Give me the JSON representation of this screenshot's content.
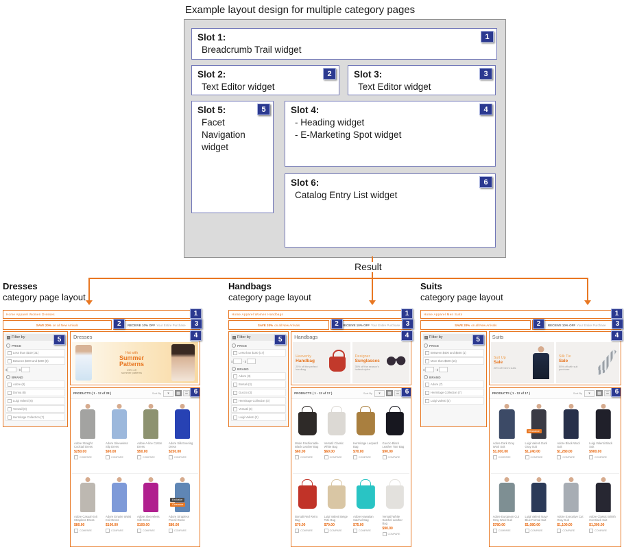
{
  "colors": {
    "accent_orange": "#E87722",
    "badge_blue": "#2B3990",
    "slot_border": "#7177B8",
    "price_orange": "#E8670E"
  },
  "annotations": {
    "numbers": [
      "1",
      "2",
      "3",
      "4",
      "5",
      "6"
    ]
  },
  "diagram": {
    "title": "Example layout design for multiple category pages",
    "result_label": "Result",
    "slots": [
      {
        "id": "1",
        "name": "Slot 1:",
        "lines": [
          "Breadcrumb Trail widget"
        ]
      },
      {
        "id": "2",
        "name": "Slot 2:",
        "lines": [
          "Text Editor widget"
        ]
      },
      {
        "id": "3",
        "name": "Slot 3:",
        "lines": [
          "Text Editor widget"
        ]
      },
      {
        "id": "4",
        "name": "Slot 4:",
        "lines": [
          "- Heading widget",
          "- E-Marketing Spot widget"
        ]
      },
      {
        "id": "5",
        "name": "Slot 5:",
        "lines": [
          "Facet",
          "Navigation",
          "widget"
        ]
      },
      {
        "id": "6",
        "name": "Slot 6:",
        "lines": [
          "Catalog Entry List widget"
        ]
      }
    ]
  },
  "pages": [
    {
      "label": "Dresses",
      "label_sub": "category page layout",
      "breadcrumb": [
        "Home",
        "Apparel",
        "Women",
        "Dresses"
      ],
      "promo_left": {
        "bold": "SAVE 20%",
        "rest": "on all New Arrivals"
      },
      "promo_right": {
        "bold": "RECEIVE 10% OFF",
        "rest": "Your Entire Purchase"
      },
      "filter": {
        "title": "Filter by",
        "price_title": "PRICE",
        "price_options": [
          "Less than $100 (31)",
          "Between $200 and $300 (8)"
        ],
        "range": {
          "currency": "$",
          "separator": "-"
        },
        "brand_title": "BRAND",
        "brand_options": [
          "Adore (8)",
          "Donna (8)",
          "Luigi Valenti (6)",
          "Versatil (8)",
          "Hermitage Collection (7)"
        ]
      },
      "heading": "Dresses",
      "banner": {
        "style": "single",
        "t1": "Hot with",
        "t2": "Summer",
        "t3": "Patterns",
        "sub1": "25% off",
        "sub2": "summer patterns"
      },
      "products_header": "PRODUCTS ( 1 - 12 of 28 )",
      "sort_label": "Sort By",
      "compare_label": "COMPARE",
      "card_style": "model",
      "products": [
        {
          "name": "Adore Straight Cocktail Dress",
          "price": "$250.00",
          "color": "#a3a3a1",
          "ribbons": []
        },
        {
          "name": "Adore Sleeveless Slip Dress",
          "price": "$90.00",
          "color": "#9cb8dc",
          "ribbons": []
        },
        {
          "name": "Adore A-line Cotton Dress",
          "price": "$50.00",
          "color": "#8d9270",
          "ribbons": []
        },
        {
          "name": "Adore Silk Evening Dress",
          "price": "$250.00",
          "color": "#2742b4",
          "ribbons": []
        },
        {
          "name": "Adore Casual Knit Strapless Dress",
          "price": "$80.00",
          "color": "#bdb8b1",
          "ribbons": []
        },
        {
          "name": "Adore Empire Waist Knit Dress",
          "price": "$100.00",
          "color": "#7e9ad8",
          "ribbons": []
        },
        {
          "name": "Adore Sleeveless Silk Dress",
          "price": "$100.00",
          "color": "#b01f8e",
          "ribbons": []
        },
        {
          "name": "Adore Strapless Pencil Dress",
          "price": "$80.00",
          "color": "#5f86b5",
          "ribbons": [
            "Exclusive",
            "Clearance"
          ]
        }
      ]
    },
    {
      "label": "Handbags",
      "label_sub": "category page layout",
      "breadcrumb": [
        "Home",
        "Apparel",
        "Women",
        "Handbags"
      ],
      "promo_left": {
        "bold": "SAVE 20%",
        "rest": "on all New Arrivals"
      },
      "promo_right": {
        "bold": "RECEIVE 10% OFF",
        "rest": "Your Entire Purchase"
      },
      "filter": {
        "title": "Filter by",
        "price_title": "PRICE",
        "price_options": [
          "Less than $100 (17)"
        ],
        "range": {
          "currency": "$",
          "separator": "-"
        },
        "brand_title": "BRAND",
        "brand_options": [
          "Adore (3)",
          "Borsali (3)",
          "Guccio (3)",
          "Hermitage Collection (3)",
          "Versatil (3)",
          "Luigi Valenti (2)"
        ]
      },
      "heading": "Handbags",
      "banner": {
        "style": "double",
        "spots": [
          {
            "t1": "Heavenly",
            "t2": "Handbag",
            "sub": "25% off the perfect handbag",
            "art": "handbag"
          },
          {
            "t1": "Designer",
            "t2": "Sunglasses",
            "sub": "35% off the season's hottest styles",
            "art": "sunglasses"
          }
        ]
      },
      "products_header": "PRODUCTS ( 1 - 12 of 17 )",
      "sort_label": "Sort By",
      "compare_label": "COMPARE",
      "card_style": "item",
      "products": [
        {
          "name": "Mode Fashionable Black Leather Bag",
          "price": "$60.00",
          "color": "#2e2a28",
          "ribbons": []
        },
        {
          "name": "Versatil Classic White Bag",
          "price": "$60.00",
          "color": "#dcd9d4",
          "ribbons": []
        },
        {
          "name": "Hermitage Leopard Bag",
          "price": "$70.00",
          "color": "#a97f3f",
          "ribbons": []
        },
        {
          "name": "Guccio Black Leather Tote Bag",
          "price": "$90.00",
          "color": "#17171f",
          "ribbons": []
        },
        {
          "name": "Borsali Red Retro Bag",
          "price": "$70.00",
          "color": "#c13328",
          "ribbons": []
        },
        {
          "name": "Luigi Valenti Beige Tote Bag",
          "price": "$70.00",
          "color": "#d9c6a4",
          "ribbons": []
        },
        {
          "name": "Adore Hawaiian Satchel Bag",
          "price": "$75.00",
          "color": "#29c4c4",
          "ribbons": []
        },
        {
          "name": "Versatil White Satchel Leather Bag",
          "price": "$90.00",
          "color": "#e3e1dd",
          "ribbons": []
        }
      ]
    },
    {
      "label": "Suits",
      "label_sub": "category page layout",
      "breadcrumb": [
        "Home",
        "Apparel",
        "Men",
        "Suits"
      ],
      "promo_left": {
        "bold": "SAVE 20%",
        "rest": "on all New Arrivals"
      },
      "promo_right": {
        "bold": "RECEIVE 10% OFF",
        "rest": "Your Entire Purchase"
      },
      "filter": {
        "title": "Filter by",
        "price_title": "PRICE",
        "price_options": [
          "Between $400 and $500 (1)",
          "More than $500 (16)"
        ],
        "range": {
          "currency": "$",
          "separator": "-"
        },
        "brand_title": "BRAND",
        "brand_options": [
          "Adore (7)",
          "Hermitage Collection (7)",
          "Luigi Valenti (3)"
        ]
      },
      "heading": "Suits",
      "banner": {
        "style": "double",
        "spots": [
          {
            "t1": "Suit Up",
            "t2": "Sale",
            "sub": "20% off men's suits",
            "art": "man"
          },
          {
            "t1": "Silk Tie",
            "t2": "Sale",
            "sub": "50% off with suit purchase",
            "art": "tie"
          }
        ]
      },
      "products_header": "PRODUCTS ( 1 - 12 of 17 )",
      "sort_label": "Sort By",
      "compare_label": "COMPARE",
      "card_style": "model",
      "products": [
        {
          "name": "Adore Dark Gray Wool Suit",
          "price": "$1,000.00",
          "color": "#3c4a66",
          "ribbons": []
        },
        {
          "name": "Luigi Valenti Dark Gray Suit",
          "price": "$1,240.00",
          "color": "#3a3a44",
          "ribbons": [
            "Clearance"
          ]
        },
        {
          "name": "Adore Black Wool Suit",
          "price": "$1,280.00",
          "color": "#27304a",
          "ribbons": []
        },
        {
          "name": "Luigi Valenti Black Suit",
          "price": "$900.00",
          "color": "#20202a",
          "ribbons": []
        },
        {
          "name": "Adore European Cut Gray Wool Suit",
          "price": "$780.00",
          "color": "#7e8f93",
          "ribbons": []
        },
        {
          "name": "Luigi Valenti Navy Blue Formal Suit",
          "price": "$1,080.00",
          "color": "#2b3a58",
          "ribbons": []
        },
        {
          "name": "Adore Executive Cut Gray Suit",
          "price": "$1,100.00",
          "color": "#a7adb4",
          "ribbons": []
        },
        {
          "name": "Adore Classic British Cut Black Suit",
          "price": "$1,300.00",
          "color": "#272732",
          "ribbons": []
        }
      ]
    }
  ]
}
